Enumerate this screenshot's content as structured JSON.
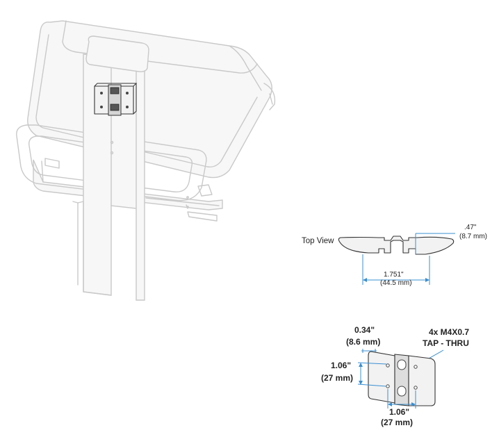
{
  "top_view": {
    "label": "Top View",
    "depth_in": ".47\"",
    "depth_mm": "(8.7 mm)",
    "width_in": "1.751\"",
    "width_mm": "(44.5 mm)"
  },
  "bracket": {
    "thread_line1": "4x M4X0.7",
    "thread_line2": "TAP - THRU",
    "offset_in": "0.34\"",
    "offset_mm": "(8.6 mm)",
    "vertical_in": "1.06\"",
    "vertical_mm": "(27 mm)",
    "horizontal_in": "1.06\"",
    "horizontal_mm": "(27 mm)"
  },
  "colors": {
    "dimension_line": "#3a8fd1",
    "ghost_outline": "#c9c9c9",
    "part_outline": "#333333"
  }
}
